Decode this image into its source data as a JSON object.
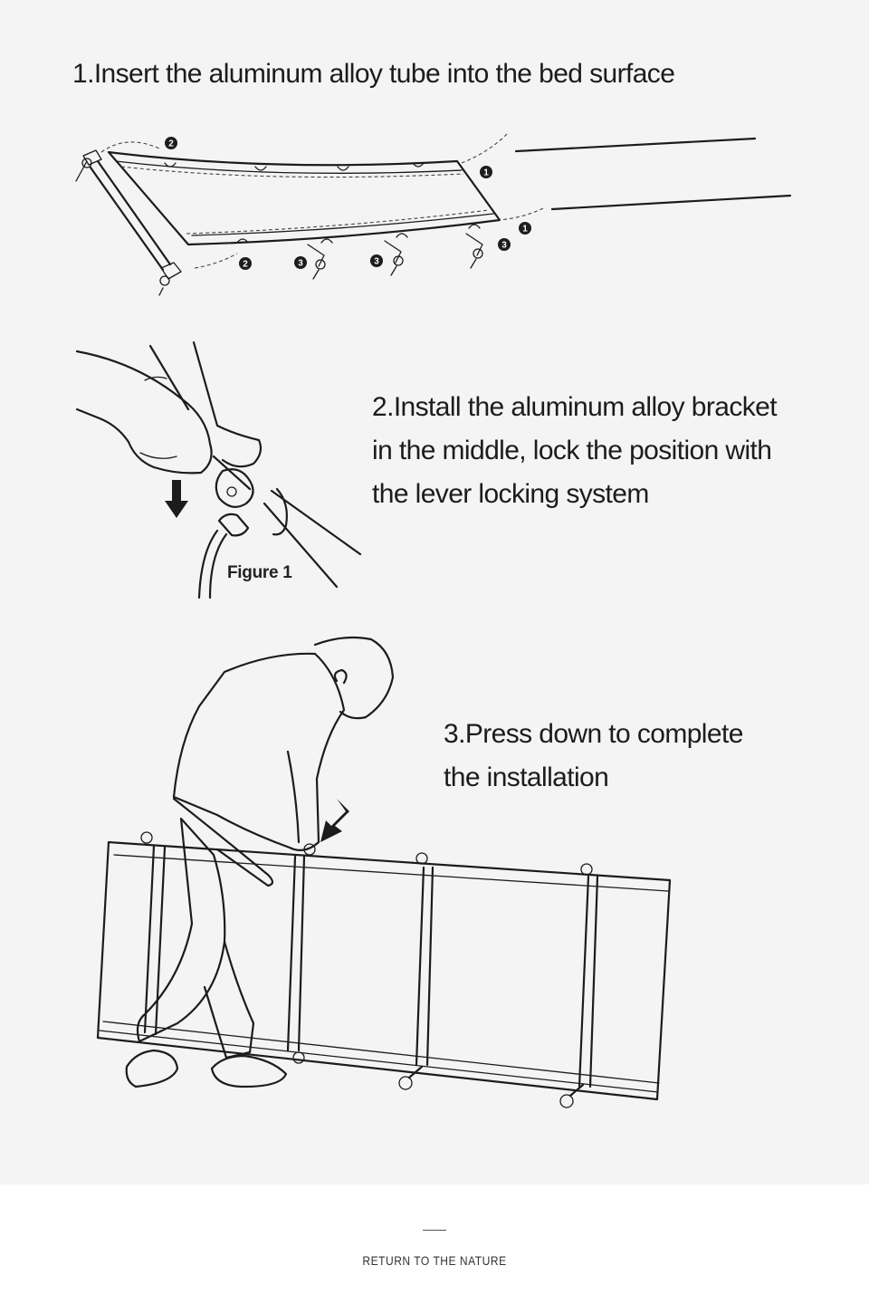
{
  "steps": [
    {
      "lines": [
        "1.Insert the aluminum alloy tube into the bed surface"
      ]
    },
    {
      "lines": [
        "2.Install the aluminum alloy bracket",
        "in the middle, lock the position with",
        "the lever locking system"
      ]
    },
    {
      "lines": [
        "3.Press down to complete",
        "the installation"
      ]
    }
  ],
  "figure_label": "Figure 1",
  "badges": {
    "one": "1",
    "two": "2",
    "three": "3"
  },
  "footer": {
    "tagline": "RETURN TO THE NATURE"
  },
  "colors": {
    "panel": "#f4f4f4",
    "ink": "#1c1c1c",
    "background": "#ffffff"
  }
}
